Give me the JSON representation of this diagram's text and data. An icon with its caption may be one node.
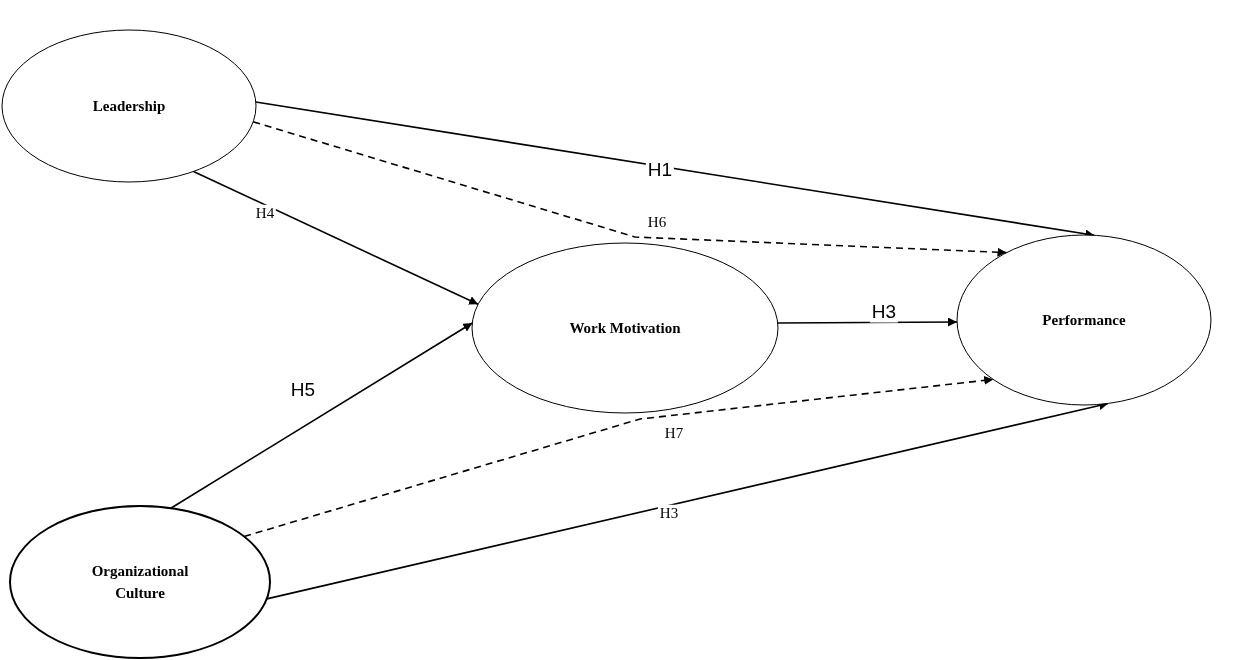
{
  "diagram": {
    "nodes": [
      {
        "text": [
          "Leadership"
        ]
      },
      {
        "text": [
          "Work Motivation"
        ]
      },
      {
        "text": [
          "Performance"
        ]
      },
      {
        "text": [
          "Organizational Culture"
        ]
      }
    ],
    "edges": [
      {
        "from": 0,
        "to": 2,
        "arrow": "to",
        "label": "H1"
      },
      {
        "from": 0,
        "to": 2,
        "arrow": "to",
        "label": "H6",
        "style": "dashed"
      },
      {
        "from": 0,
        "to": 1,
        "arrow": "to",
        "label": "H4"
      },
      {
        "from": 1,
        "to": 2,
        "arrow": "to",
        "label": "H3"
      },
      {
        "from": 3,
        "to": 1,
        "arrow": "to",
        "label": "H5"
      },
      {
        "from": 3,
        "to": 2,
        "arrow": "to",
        "label": "H7",
        "style": "dashed"
      },
      {
        "from": 3,
        "to": 2,
        "arrow": "to",
        "label": "H3"
      }
    ]
  }
}
